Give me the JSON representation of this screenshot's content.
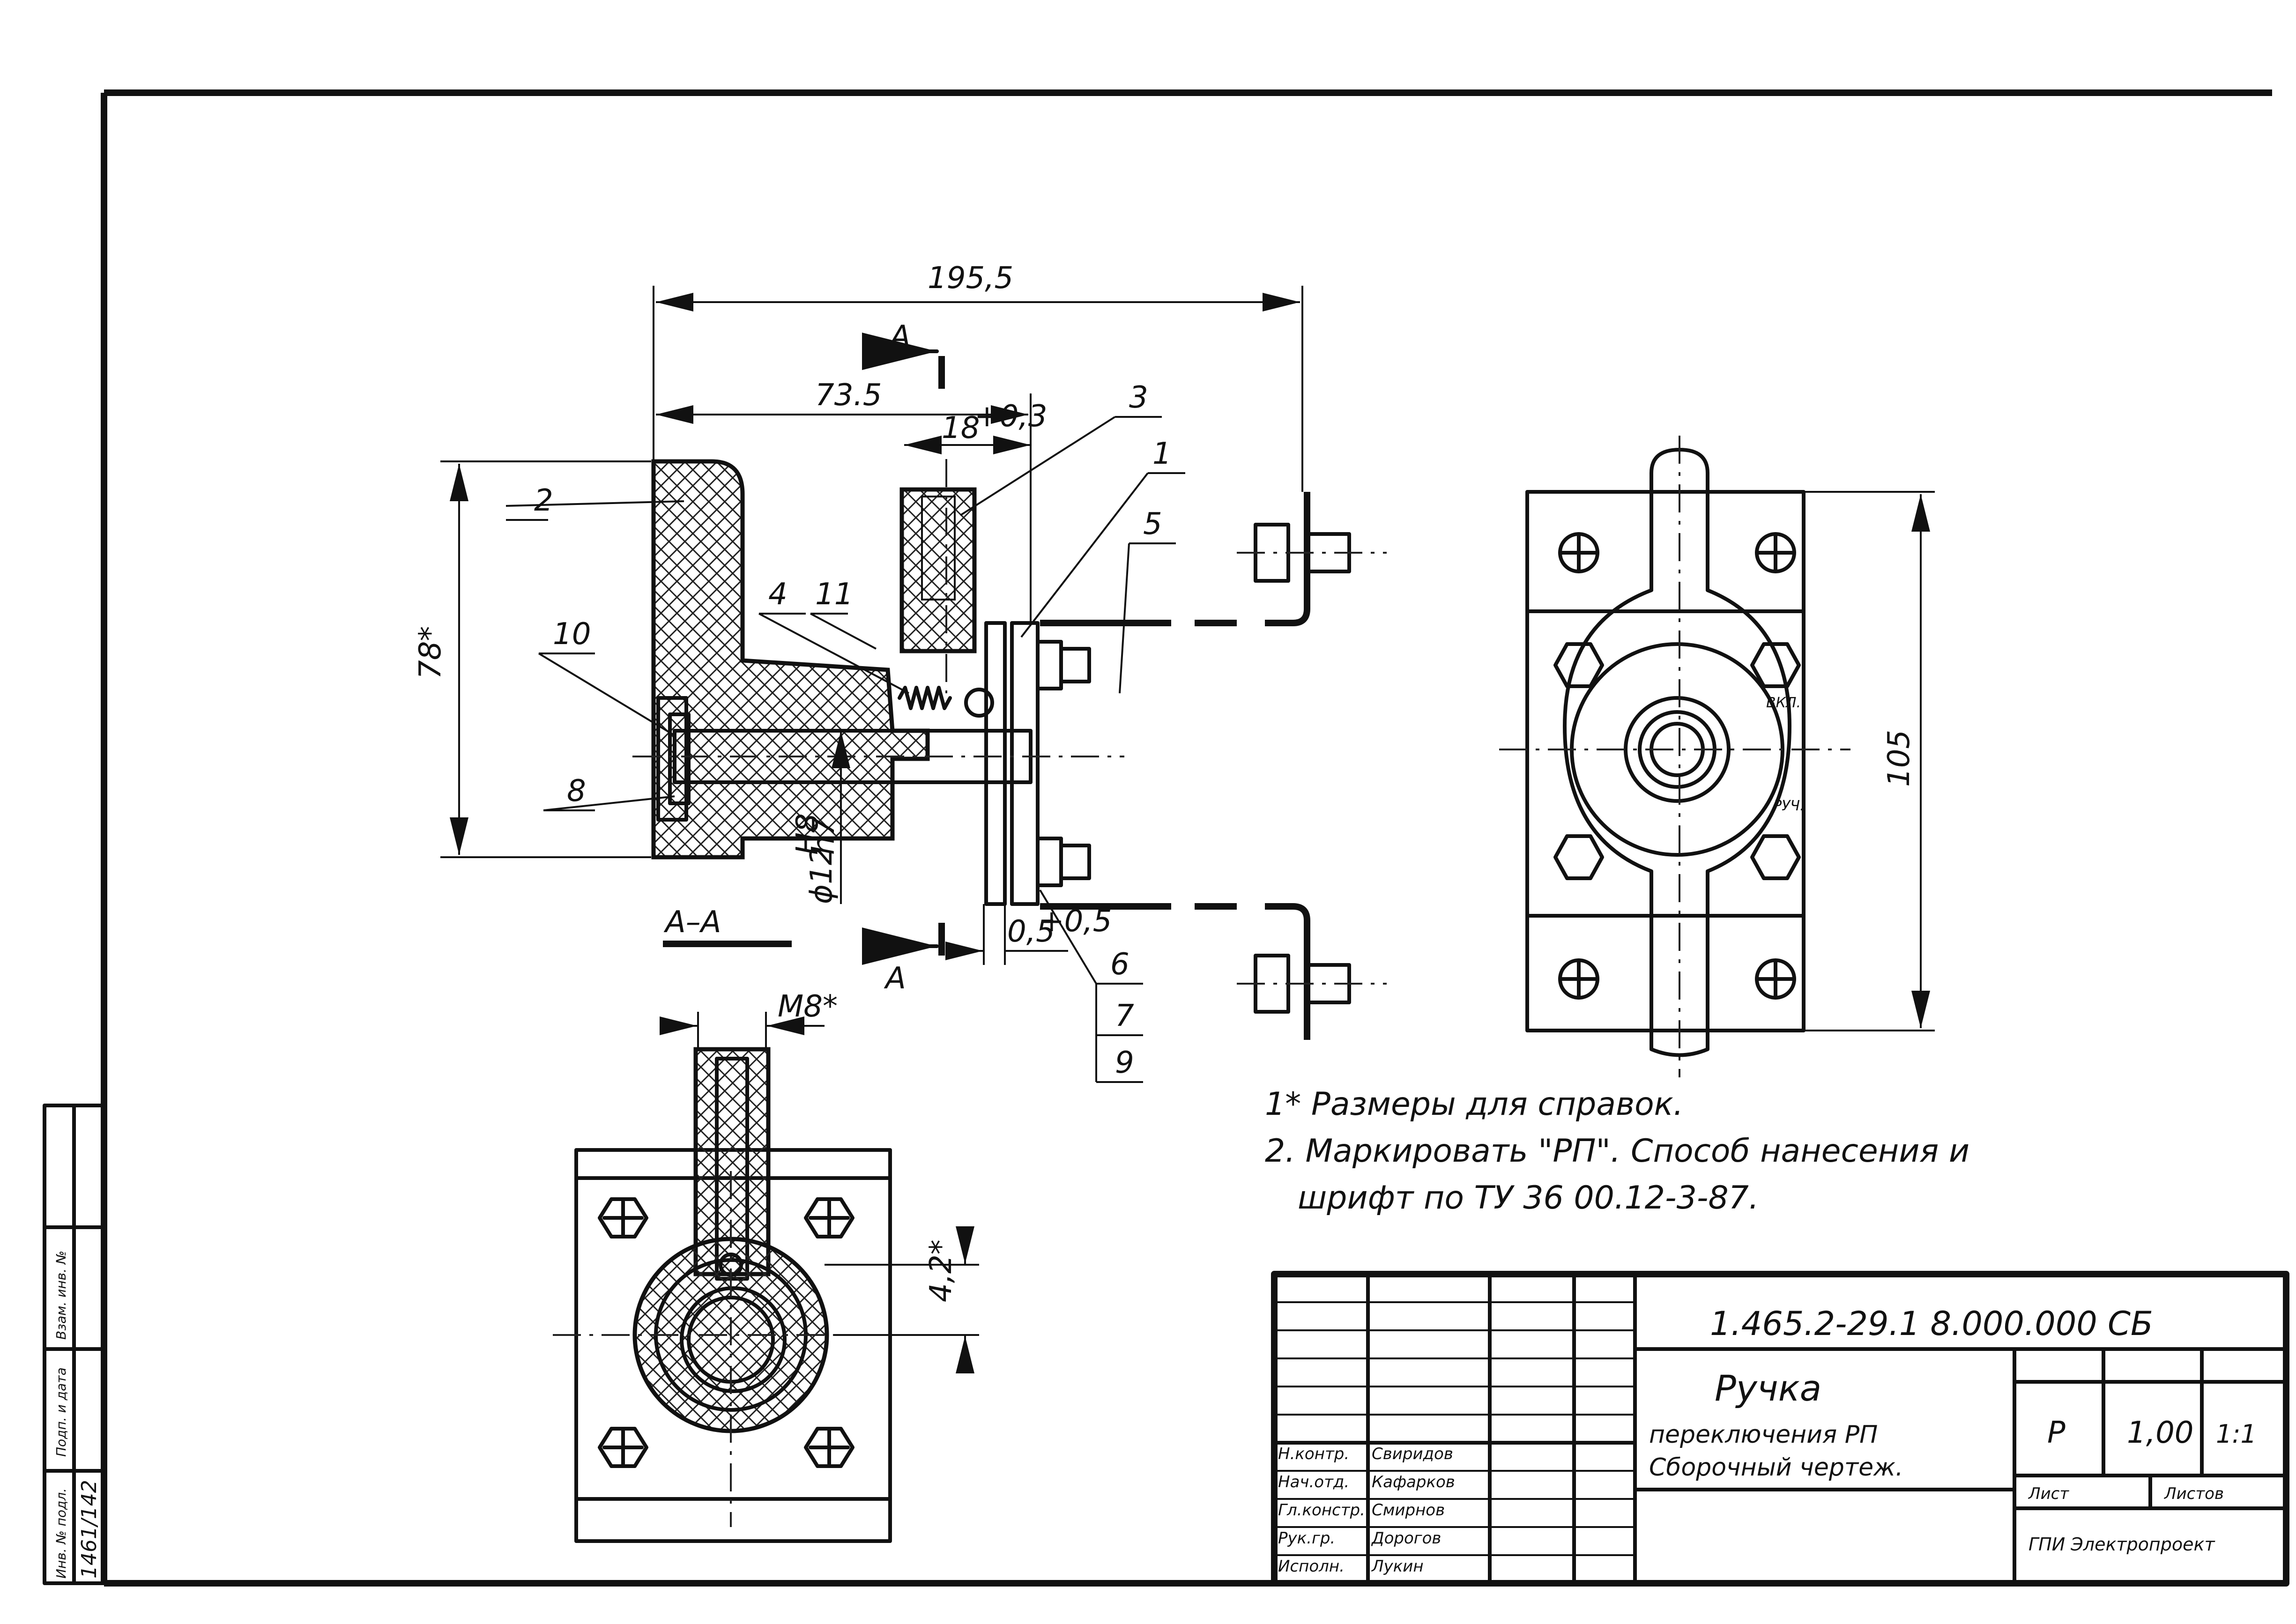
{
  "drawing": {
    "section_marker": "A",
    "section_title": "A–A",
    "dimensions": {
      "overall_length": "195,5",
      "handle_length": "73.5",
      "seat_width": "18",
      "seat_width_tol": "+0,3",
      "height": "78*",
      "shaft_fit": "ϕ12",
      "shaft_fit_upper": "H8",
      "shaft_fit_lower": "h7",
      "gap": "0,5",
      "gap_tol": "+0,5",
      "thread": "M8*",
      "offset": "4,2*",
      "plate_height": "105"
    },
    "position_labels": [
      "1",
      "2",
      "3",
      "4",
      "5",
      "6",
      "7",
      "8",
      "9",
      "10",
      "11"
    ],
    "switch_positions": {
      "on": "ВКЛ.",
      "off": "РУЧ."
    }
  },
  "notes": [
    "1* Размеры для справок.",
    "2. Маркировать \"РП\". Способ нанесения и",
    "шрифт по ТУ 36 00.12-3-87."
  ],
  "title_block": {
    "document_number": "1.465.2-29.1 8.000.000 СБ",
    "title_line1": "Ручка",
    "title_line2": "переключения РП",
    "title_line3": "Сборочный чертеж.",
    "letter": "Р",
    "mass": "1,00",
    "scale": "1:1",
    "sheet_label": "Лист",
    "sheets_label": "Листов",
    "organization": "ГПИ Электропроект",
    "roles": [
      "Н.контр.",
      "Нач.отд.",
      "Гл.констр.",
      "Рук.гр.",
      "Исполн."
    ],
    "signatures": [
      "Свиридов",
      "Кафарков",
      "Смирнов",
      "Дорогов",
      "Лукин"
    ],
    "side_stamp": [
      "1461/142",
      "Инв. № подл.",
      "Подп. и дата",
      "Взам. инв. №"
    ]
  }
}
